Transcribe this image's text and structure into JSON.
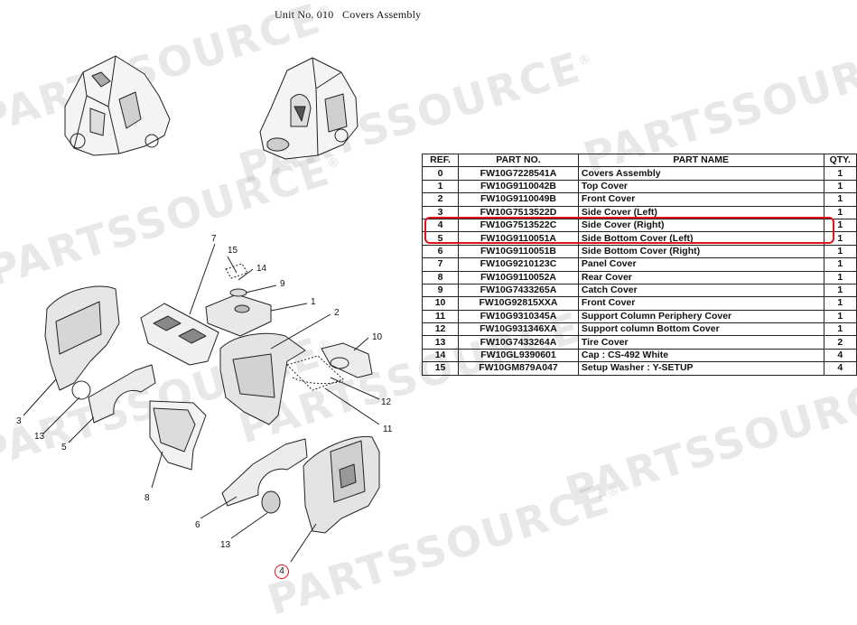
{
  "page": {
    "title": "Unit No. 010   Covers Assembly",
    "watermark": "PARTSSOURCE",
    "watermark_mark": "®",
    "highlight_color": "#e0131a",
    "highlighted_ref": "4"
  },
  "table": {
    "headers": [
      "REF.",
      "PART NO.",
      "PART NAME",
      "QTY."
    ],
    "rows": [
      {
        "ref": "0",
        "part_no": "FW10G7228541A",
        "name": "Covers Assembly",
        "qty": "1"
      },
      {
        "ref": "1",
        "part_no": "FW10G9110042B",
        "name": "Top Cover",
        "qty": "1"
      },
      {
        "ref": "2",
        "part_no": "FW10G9110049B",
        "name": "Front Cover",
        "qty": "1"
      },
      {
        "ref": "3",
        "part_no": "FW10G7513522D",
        "name": "Side Cover (Left)",
        "qty": "1"
      },
      {
        "ref": "4",
        "part_no": "FW10G7513522C",
        "name": "Side Cover (Right)",
        "qty": "1"
      },
      {
        "ref": "5",
        "part_no": "FW10G9110051A",
        "name": "Side Bottom Cover (Left)",
        "qty": "1"
      },
      {
        "ref": "6",
        "part_no": "FW10G9110051B",
        "name": "Side Bottom Cover (Right)",
        "qty": "1"
      },
      {
        "ref": "7",
        "part_no": "FW10G9210123C",
        "name": "Panel Cover",
        "qty": "1"
      },
      {
        "ref": "8",
        "part_no": "FW10G9110052A",
        "name": "Rear Cover",
        "qty": "1"
      },
      {
        "ref": "9",
        "part_no": "FW10G7433265A",
        "name": "Catch Cover",
        "qty": "1"
      },
      {
        "ref": "10",
        "part_no": "FW10G92815XXA",
        "name": "Front Cover",
        "qty": "1"
      },
      {
        "ref": "11",
        "part_no": "FW10G9310345A",
        "name": "Support Column Periphery Cover",
        "qty": "1"
      },
      {
        "ref": "12",
        "part_no": "FW10G931346XA",
        "name": "Support column Bottom Cover",
        "qty": "1"
      },
      {
        "ref": "13",
        "part_no": "FW10G7433264A",
        "name": "Tire Cover",
        "qty": "2"
      },
      {
        "ref": "14",
        "part_no": "FW10GL9390601",
        "name": "Cap : CS-492 White",
        "qty": "4"
      },
      {
        "ref": "15",
        "part_no": "FW10GM879A047",
        "name": "Setup Washer : Y-SETUP",
        "qty": "4"
      }
    ]
  },
  "callouts": {
    "c1": "1",
    "c2": "2",
    "c3": "3",
    "c4": "4",
    "c5": "5",
    "c6": "6",
    "c7": "7",
    "c8": "8",
    "c9": "9",
    "c10": "10",
    "c11": "11",
    "c12": "12",
    "c13a": "13",
    "c13b": "13",
    "c14": "14",
    "c15": "15"
  }
}
